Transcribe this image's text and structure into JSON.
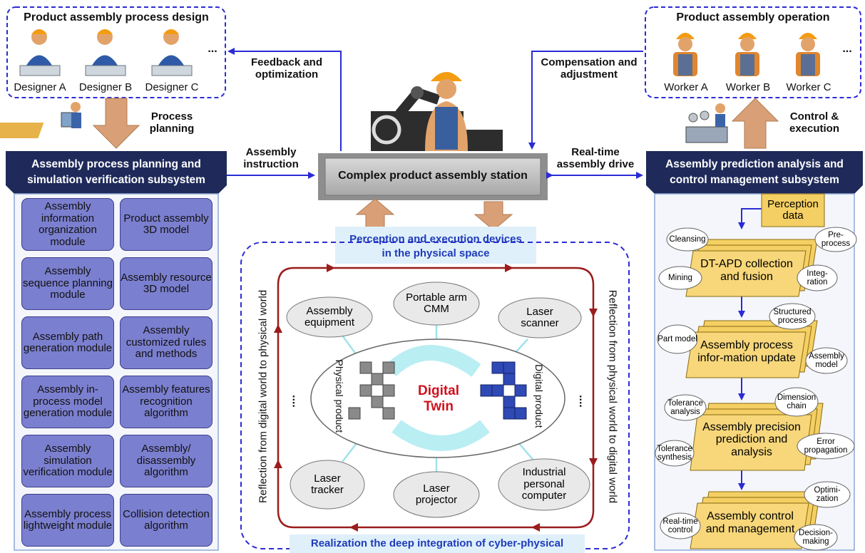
{
  "top_left": {
    "title": "Product assembly process design",
    "designers": [
      "Designer A",
      "Designer B",
      "Designer C"
    ],
    "ellipsis": "..."
  },
  "top_right": {
    "title": "Product assembly operation",
    "workers": [
      "Worker A",
      "Worker B",
      "Worker C"
    ],
    "ellipsis": "..."
  },
  "flows": {
    "feedback": "Feedback and optimization",
    "compensation": "Compensation and adjustment",
    "process_planning": "Process planning",
    "control_execution": "Control & execution",
    "assembly_instruction": "Assembly instruction",
    "realtime_drive": "Real-time assembly drive"
  },
  "station": {
    "title": "Complex product assembly station"
  },
  "left_subsystem": {
    "title_line1": "Assembly process planning and",
    "title_line2": "simulation verification subsystem",
    "modules": [
      "Assembly information organization module",
      "Product assembly 3D model",
      "Assembly sequence planning module",
      "Assembly resource 3D model",
      "Assembly path generation module",
      "Assembly customized rules and methods",
      "Assembly in-process model generation module",
      "Assembly features recognition algorithm",
      "Assembly simulation verification module",
      "Assembly/ disassembly algorithm",
      "Assembly process lightweight module",
      "Collision detection algorithm"
    ]
  },
  "right_subsystem": {
    "title_line1": "Assembly prediction analysis and",
    "title_line2": "control management subsystem",
    "perception_data": "Perception data",
    "stages": [
      {
        "title": "DT-APD collection and fusion",
        "tags": [
          "Cleansing",
          "Pre-process",
          "Mining",
          "Integ-ration"
        ]
      },
      {
        "title": "Assembly process infor-mation update",
        "tags": [
          "Structured process",
          "Part model",
          "Assembly model"
        ]
      },
      {
        "title": "Assembly precision prediction and analysis",
        "tags": [
          "Tolerance analysis",
          "Dimension chain",
          "Tolerance synthesis",
          "Error propagation"
        ]
      },
      {
        "title": "Assembly control and management",
        "tags": [
          "Optimi-zation",
          "Real-time control",
          "Decision-making"
        ]
      }
    ]
  },
  "center": {
    "perception_label_line1": "Perception and execution devices",
    "perception_label_line2": "in the physical space",
    "bottom_label": "Realization the deep integration of cyber-physical",
    "left_vertical": "Reflection from digital world to physical world",
    "right_vertical": "Reflection from physical world to digital world",
    "devices": [
      "Assembly equipment",
      "Portable arm CMM",
      "Laser scanner",
      "Laser tracker",
      "Laser projector",
      "Industrial personal computer"
    ],
    "dots": "....",
    "digital_twin": "Digital Twin",
    "physical_product": "Physical product",
    "digital_product": "Digital product"
  },
  "colors": {
    "module_fill": "#7b7fcf",
    "banner": "#1f2a5a",
    "card_fill": "#f4cf63",
    "arrow_orange": "#d9a077",
    "dark_red": "#9b1c1c",
    "blue_line": "#2b2bd6",
    "twin_red": "#d0101c"
  }
}
